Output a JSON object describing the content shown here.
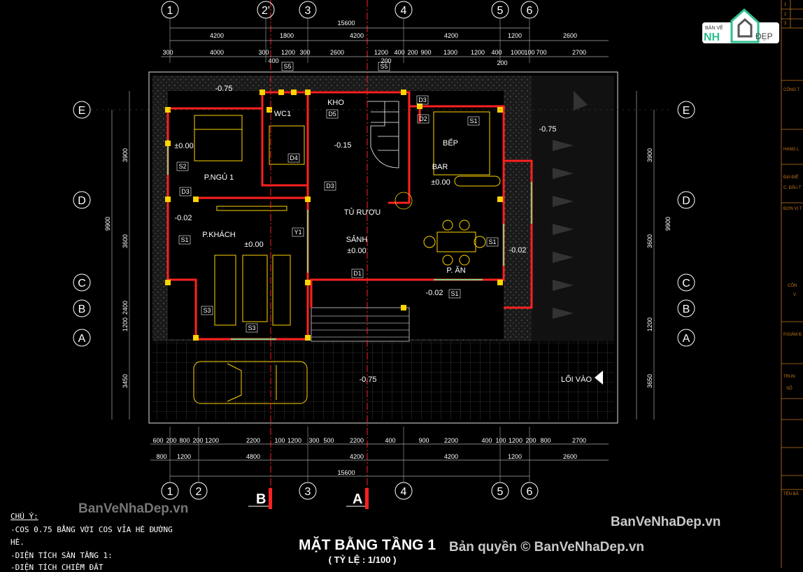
{
  "colors": {
    "background": "#000000",
    "wall": "#ff2020",
    "column": "#ffd400",
    "dimension": "#ffffff",
    "section_line": "#ff2020",
    "furniture": "#ffd400",
    "window": "#7fd07f",
    "title_block": "#c8781e"
  },
  "grid": {
    "top_axes": [
      "1",
      "2'",
      "3",
      "4",
      "5",
      "6"
    ],
    "bottom_axes": [
      "1",
      "2",
      "3",
      "4",
      "5",
      "6"
    ],
    "rows": [
      "E",
      "D",
      "C",
      "B",
      "A"
    ]
  },
  "dimensions": {
    "top_total": "15600",
    "top_row2": [
      "4200",
      "1800",
      "4200",
      "4200",
      "1200",
      "2600"
    ],
    "top_row3": [
      "300",
      "4000",
      "300",
      "1200",
      "300",
      "2600",
      "1200",
      "400",
      "200",
      "900",
      "1300",
      "1200",
      "400",
      "1000",
      "100",
      "700",
      "2700"
    ],
    "top_extra": [
      "400",
      "200",
      "200"
    ],
    "bottom_row1": [
      "600",
      "200",
      "800",
      "200",
      "1200",
      "2200",
      "100",
      "1200",
      "300",
      "500",
      "2200",
      "400",
      "900",
      "2200",
      "400",
      "100",
      "1200",
      "200",
      "800",
      "2700"
    ],
    "bottom_row2": [
      "800",
      "1200",
      "4800",
      "4200",
      "4200",
      "1200",
      "2600"
    ],
    "bottom_total": "15600",
    "left_total": "9900",
    "right_total": "9900",
    "left_parts": [
      "3900",
      "3600",
      "2400",
      "1200",
      "3450"
    ],
    "right_parts": [
      "3900",
      "3600",
      "1200",
      "3650"
    ]
  },
  "rooms": [
    {
      "name": "P.NGỦ 1"
    },
    {
      "name": "P.KHÁCH"
    },
    {
      "name": "SẢNH"
    },
    {
      "name": "TỦ RƯỢU"
    },
    {
      "name": "KHO"
    },
    {
      "name": "WC1"
    },
    {
      "name": "BẾP"
    },
    {
      "name": "BAR"
    },
    {
      "name": "P. ĂN"
    },
    {
      "name": "LỐI VÀO"
    }
  ],
  "levels": [
    "-0.75",
    "±0.00",
    "±0.00",
    "±0.00",
    "±0.00",
    "-0.15",
    "-0.02",
    "-0.02",
    "-0.02",
    "-0.75",
    "-0.75"
  ],
  "tags": [
    "S5",
    "S5",
    "D3",
    "D5",
    "D4",
    "S2",
    "D3",
    "S1",
    "Y1",
    "D3",
    "D1",
    "D2",
    "S1",
    "S3",
    "S1",
    "S1",
    "S3"
  ],
  "sections": [
    "B",
    "A"
  ],
  "drawing_title": "MẶT BẰNG TẦNG 1",
  "drawing_scale": "( TỶ LỆ : 1/100 )",
  "notes": {
    "heading": "CHÚ Ý:",
    "lines": [
      "-COS 0.75 BẰNG VỚI COS VỈA HÈ ĐƯỜNG",
      "HÈ.",
      "-DIỆN TÍCH SÀN TẦNG 1:",
      "-DIỆN TÍCH CHIẾM ĐẤT"
    ]
  },
  "title_block": {
    "row_numbers": [
      "1",
      "2",
      "3"
    ],
    "labels": [
      "CÔNG T",
      "HẠNG L",
      "ĐỊA ĐIỂ",
      "C. ĐẦU T",
      "ĐƠN VỊ T",
      "CÔN",
      "V",
      "P.GIÁM Đ",
      "TRUN",
      "SỐ",
      "TÊN BẢ"
    ]
  },
  "watermarks": {
    "logo_top": "BẢN VẼ",
    "logo_main": "NH",
    "logo_tail": "ĐẸP",
    "site": "BanVeNhaDep.vn",
    "copyright": "Bản quyền © BanVeNhaDep.vn",
    "faded": "BanVeNhaDep.vn"
  }
}
